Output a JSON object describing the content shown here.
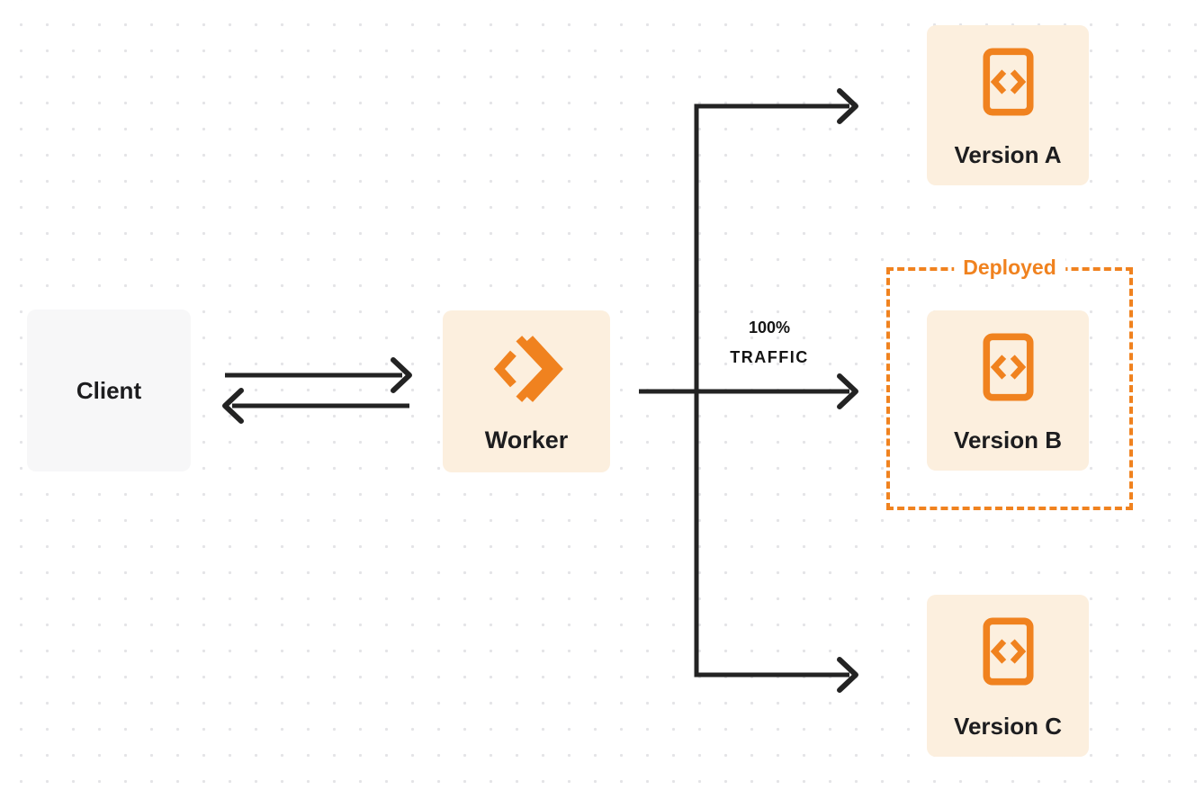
{
  "diagram": {
    "nodes": {
      "client": {
        "label": "Client"
      },
      "worker": {
        "label": "Worker"
      },
      "version_a": {
        "label": "Version A"
      },
      "version_b": {
        "label": "Version B"
      },
      "version_c": {
        "label": "Version C"
      }
    },
    "deployed_group": {
      "label": "Deployed"
    },
    "traffic_label": {
      "line1": "100%",
      "line2": "TRAFFIC"
    },
    "icons": {
      "worker_icon": "cloudflare-workers-chevrons-icon",
      "version_icon": "code-document-icon"
    },
    "colors": {
      "accent_orange": "#f0821f",
      "node_cream": "#fcefde",
      "client_gray": "#f7f7f8",
      "arrow_dark": "#232323",
      "text_dark": "#1d1d1f",
      "dot_grid": "#e4e4e7",
      "background": "#ffffff"
    }
  }
}
